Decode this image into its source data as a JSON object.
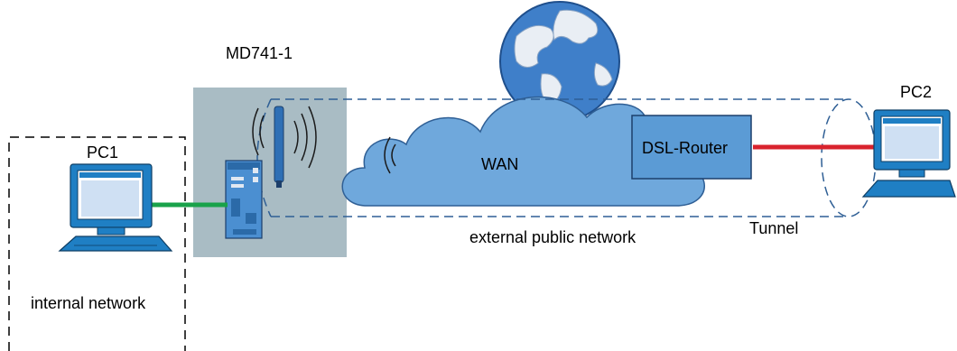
{
  "labels": {
    "device": "MD741-1",
    "pc1": "PC1",
    "pc2": "PC2",
    "internal_network": "internal network",
    "wan": "WAN",
    "dsl_router": "DSL-Router",
    "tunnel": "Tunnel",
    "external_network": "external public network"
  },
  "colors": {
    "device_panel": "#a9bcc4",
    "cloud": "#6fa8dc",
    "router": "#5b9bd5",
    "lan_link": "#19a24a",
    "tunnel_link": "#d9232d",
    "monitor": "#1f7fc4"
  },
  "icons": [
    "globe-icon",
    "antenna-icon",
    "pc-icon",
    "router-device-icon",
    "wifi-waves-icon"
  ]
}
